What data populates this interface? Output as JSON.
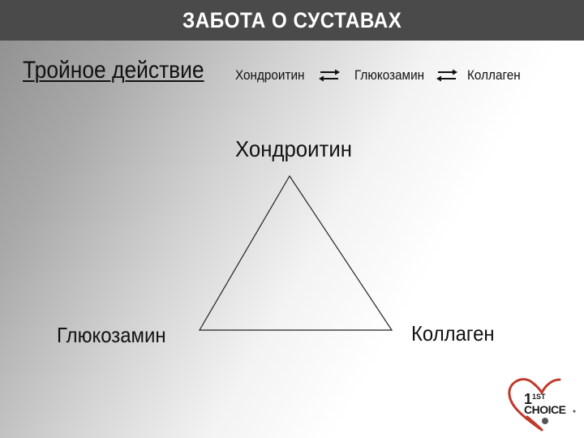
{
  "slide": {
    "title": "ЗАБОТА О СУСТАВАХ",
    "subtitle": "Тройное действие",
    "chain": {
      "item1": "Хондроитин",
      "item2": "Глюкозамин",
      "item3": "Коллаген",
      "connector_icon": "bidirectional-arrows-icon"
    },
    "triangle": {
      "top_label": "Хондроитин",
      "left_label": "Глюкозамин",
      "right_label": "Коллаген"
    },
    "logo": {
      "text_top": "1ST",
      "text_main": "CHOICE",
      "colors": {
        "heart": "#c0392b",
        "text": "#1a1a1a"
      }
    }
  }
}
